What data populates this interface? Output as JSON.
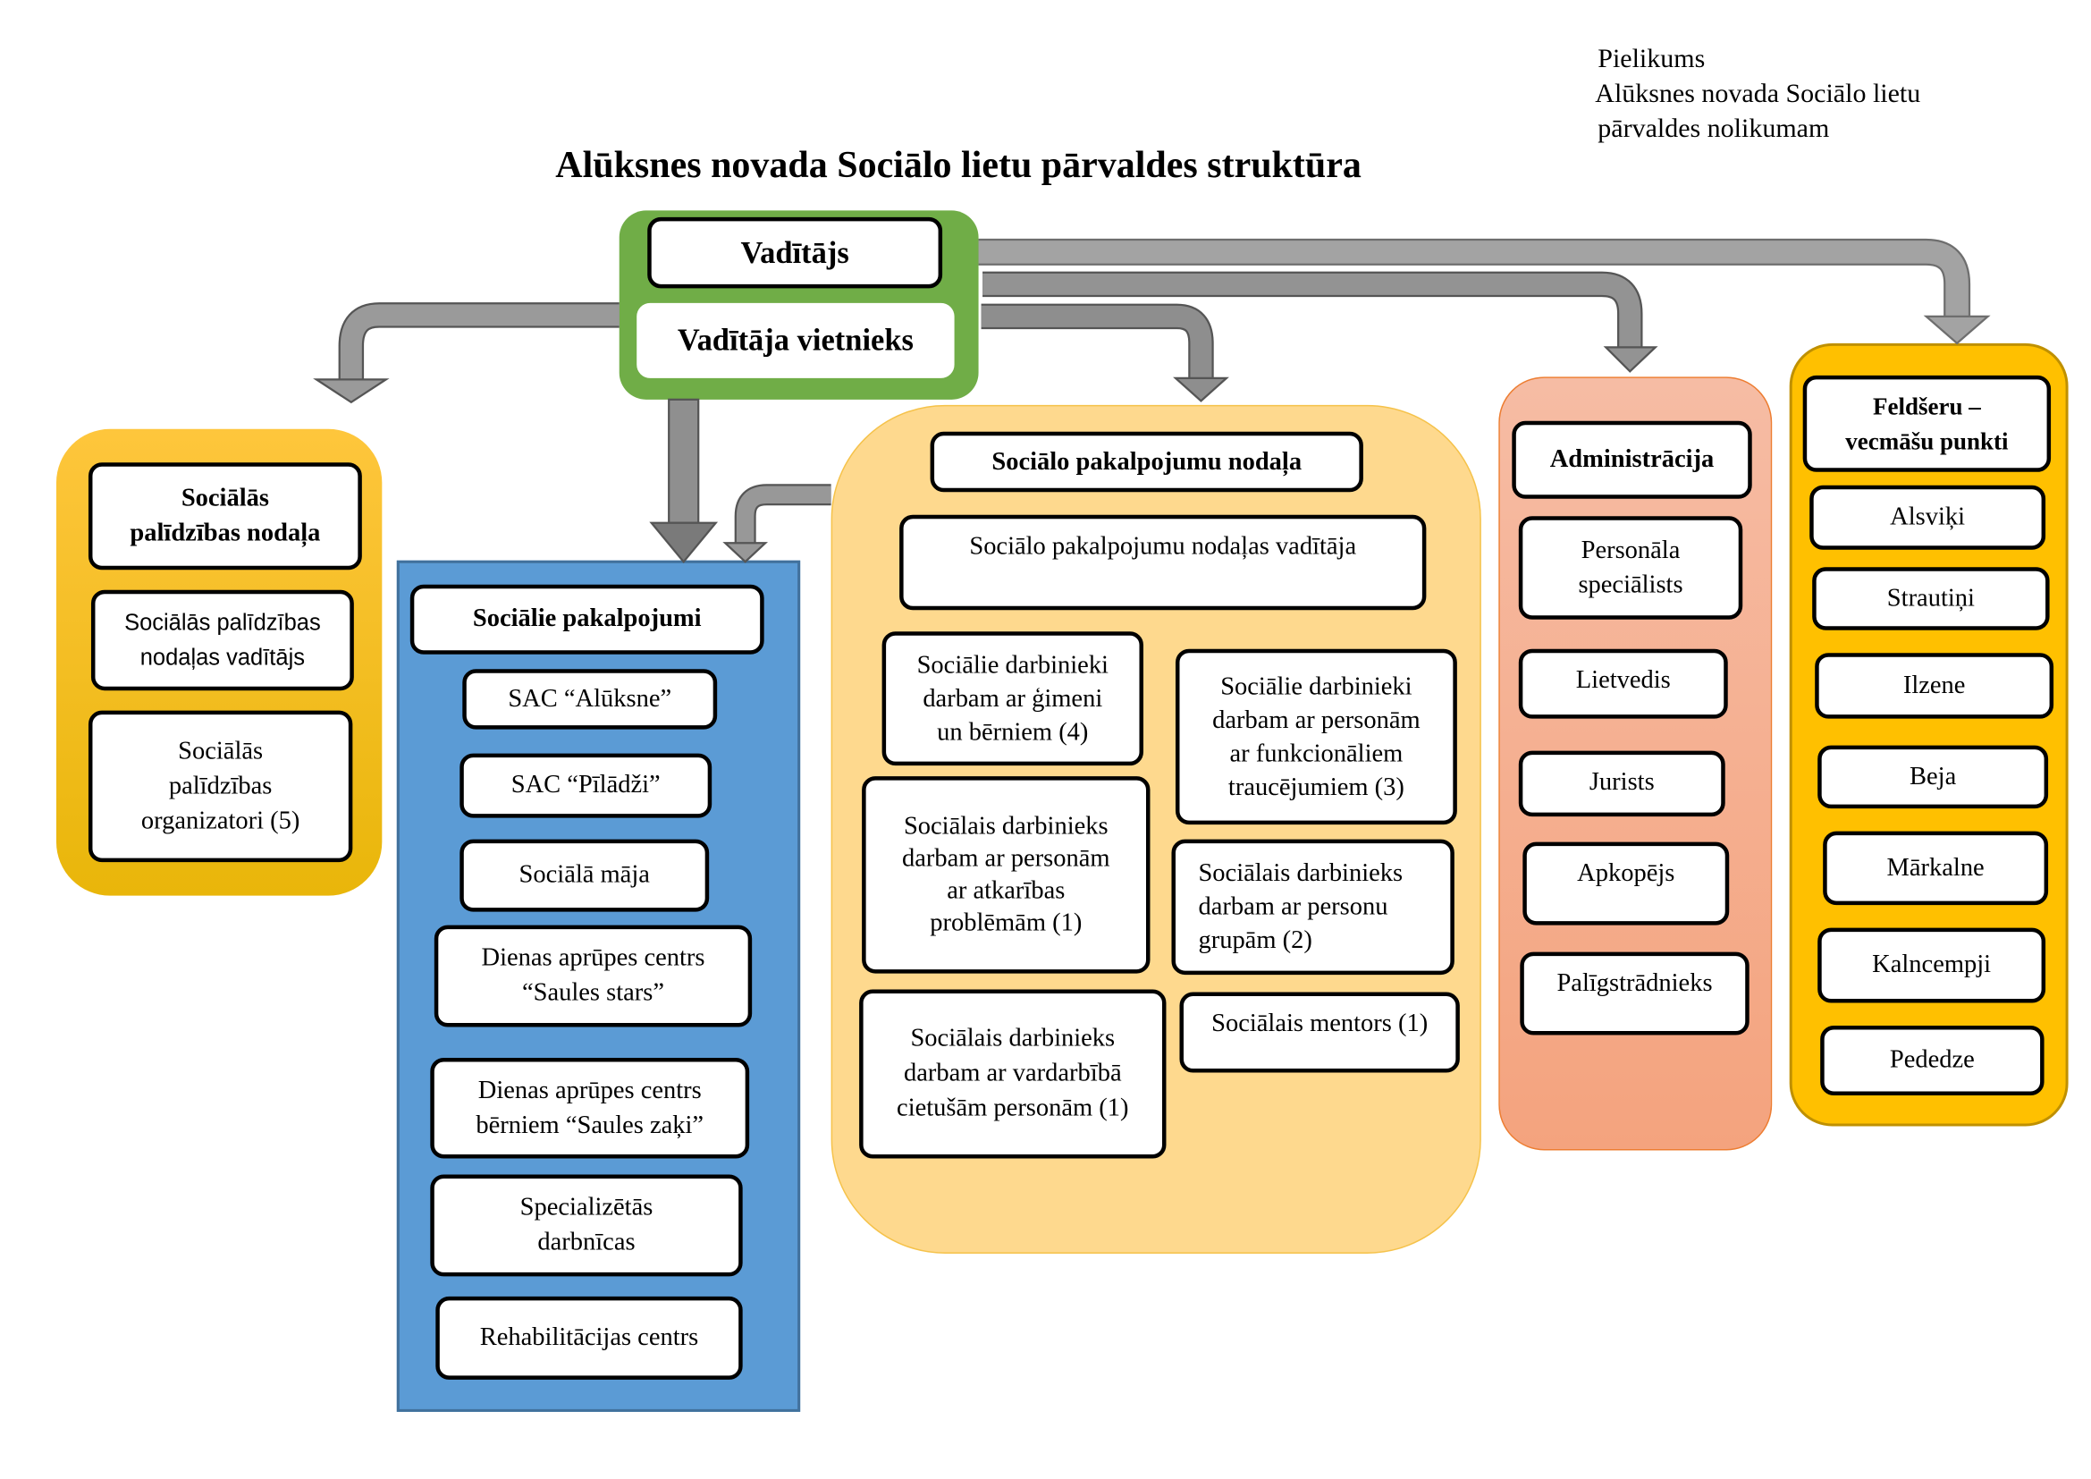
{
  "annex": {
    "line1": "Pielikums",
    "line2": "Alūksnes novada Sociālo lietu",
    "line3": "pārvaldes nolikumam"
  },
  "title": "Alūksnes novada Sociālo lietu pārvaldes struktūra",
  "leadership": {
    "head": "Vadītājs",
    "deputy": "Vadītāja vietnieks"
  },
  "social_assistance": {
    "title": "Sociālās\npalīdzības nodaļa",
    "items": [
      "Sociālās palīdzības\nnodaļas vadītājs",
      "Sociālās\npalīdzības\norganizatori (5)"
    ]
  },
  "social_services": {
    "title": "Sociālie pakalpojumi",
    "items": [
      "SAC “Alūksne”",
      "SAC “Pīlādži”",
      "Sociālā māja",
      "Dienas aprūpes centrs\n“Saules stars”",
      "Dienas aprūpes centrs\nbērniem “Saules zaķi”",
      "Specializētās\ndarbnīcas",
      "Rehabilitācijas centrs"
    ]
  },
  "services_department": {
    "title": "Sociālo pakalpojumu nodaļa",
    "head": "Sociālo pakalpojumu nodaļas vadītāja",
    "items": [
      "Sociālie darbinieki\ndarbam ar ģimeni\nun bērniem (4)",
      "Sociālie darbinieki\ndarbam ar personām\nar funkcionāliem\ntraucējumiem (3)",
      "Sociālais darbinieks\ndarbam ar personām\nar atkarības\nproblēmām (1)",
      "Sociālais darbinieks\ndarbam ar personu\ngrupām (2)",
      "Sociālais darbinieks\ndarbam ar vardarbībā\ncietušām personām (1)",
      "Sociālais mentors (1)"
    ]
  },
  "administration": {
    "title": "Administrācija",
    "items": [
      "Personāla\nspeciālists",
      "Lietvedis",
      "Jurists",
      "Apkopējs",
      "Palīgstrādnieks"
    ]
  },
  "health_points": {
    "title": "Feldšeru –\nvecmāšu punkti",
    "items": [
      "Alsviķi",
      "Strautiņi",
      "Ilzene",
      "Beja",
      "Mārkalne",
      "Kalncempji",
      "Pededze"
    ]
  },
  "colors": {
    "green": "#70ad47",
    "blue": "#5b9bd5",
    "gold": "#ffc000",
    "peach": "#fed98e",
    "salmon": "#f6b08f",
    "arrow": "#a0a0a0"
  }
}
